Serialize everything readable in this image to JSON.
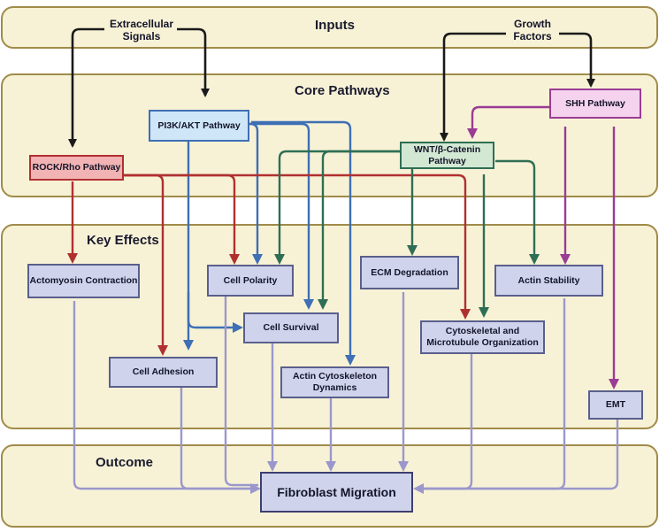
{
  "bands": {
    "inputs": "Inputs",
    "core": "Core Pathways",
    "effects": "Key Effects",
    "outcome": "Outcome"
  },
  "inputs": {
    "extracellular": [
      "Extracellular",
      "Signals"
    ],
    "growth": [
      "Growth",
      "Factors"
    ]
  },
  "pathways": {
    "pi3k": "PI3K/AKT  Pathway",
    "rock": "ROCK/Rho Pathway",
    "wnt": [
      "WNT/β-Catenin",
      "Pathway"
    ],
    "shh": "SHH Pathway"
  },
  "effects": {
    "actomyosin": "Actomyosin Contraction",
    "polarity": "Cell Polarity",
    "ecm": "ECM Degradation",
    "actin_stability": "Actin Stability",
    "survival": "Cell Survival",
    "cytoskeletal": [
      "Cytoskeletal and",
      "Microtubule Organization"
    ],
    "adhesion": "Cell Adhesion",
    "actin_dynamics": [
      "Actin Cytoskeleton",
      "Dynamics"
    ],
    "emt": "EMT"
  },
  "outcome": {
    "migration": "Fibroblast Migration"
  },
  "colors": {
    "band_fill": "#f7f2d6",
    "band_border": "#a08b4a",
    "input_arrow": "#1a1a1a",
    "pi3k": "#3f6fb4",
    "rock": "#b03030",
    "wnt": "#2f6e55",
    "shh": "#9a3c94",
    "outcome_arrow": "#9b97cc"
  }
}
